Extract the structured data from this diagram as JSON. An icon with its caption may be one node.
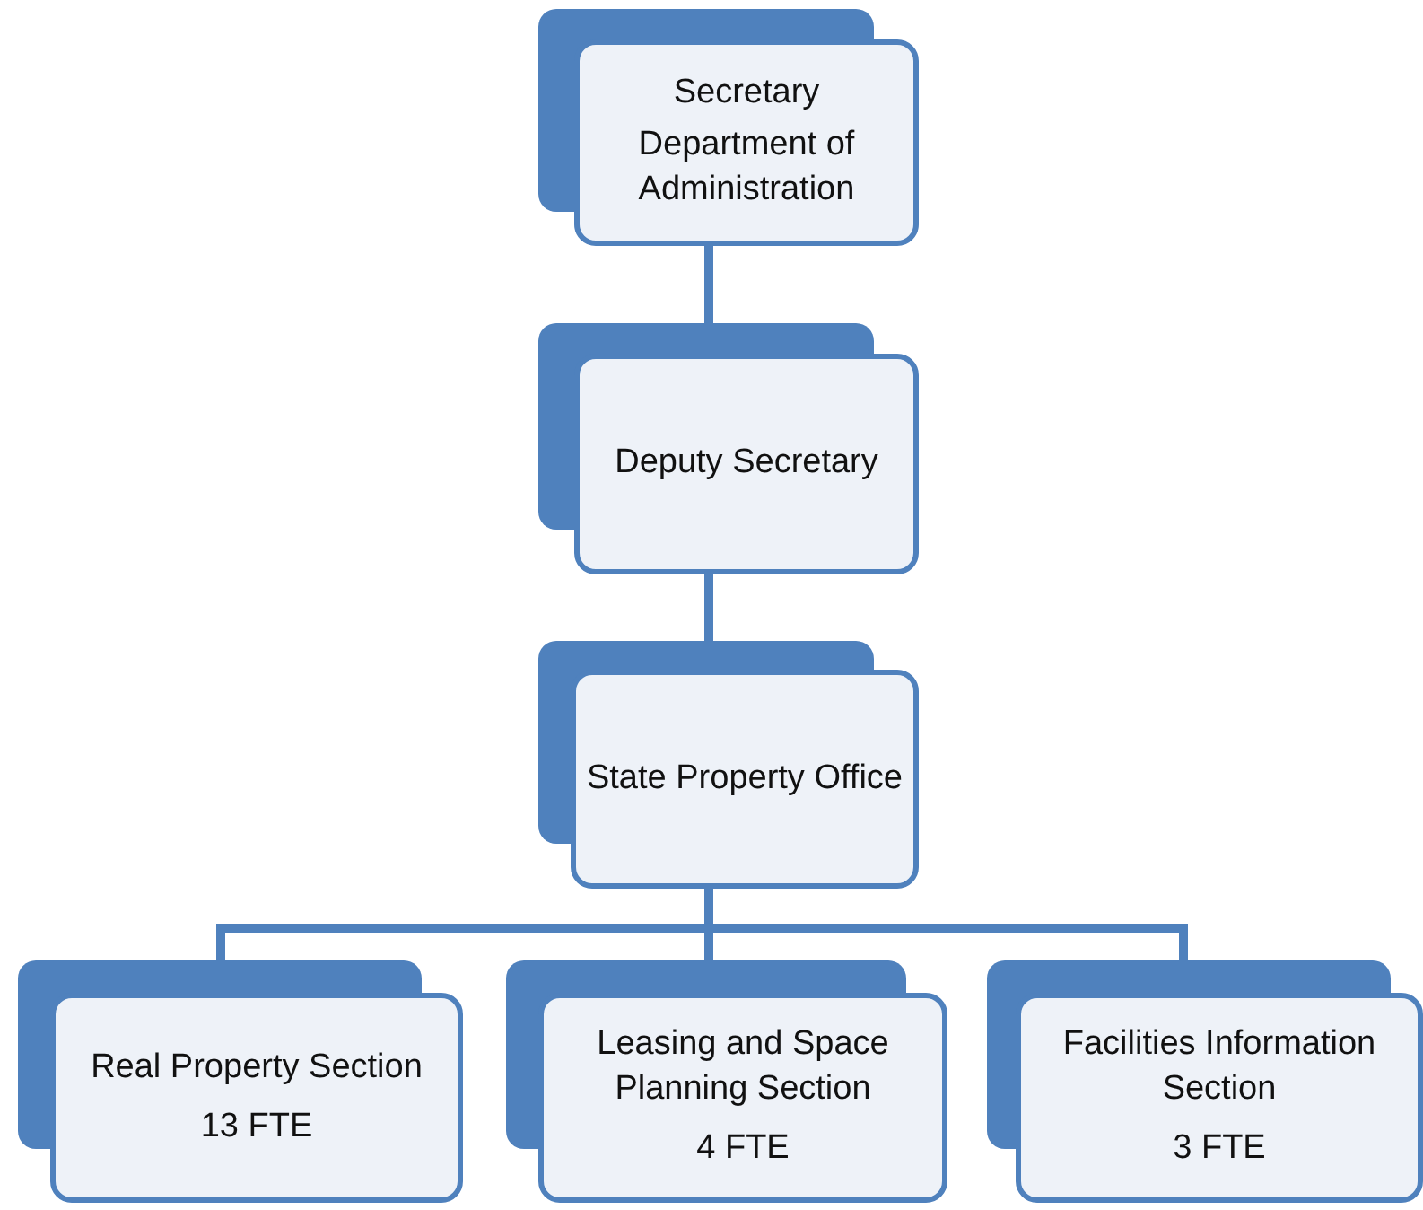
{
  "diagram": {
    "nodes": [
      {
        "text": [
          "Secretary",
          "Department of Administration"
        ]
      },
      {
        "text": [
          "Deputy Secretary"
        ]
      },
      {
        "text": [
          "State Property Office"
        ]
      },
      {
        "text": [
          "Real Property Section",
          "13 FTE"
        ]
      },
      {
        "text": [
          "Leasing and Space Planning Section",
          "4 FTE"
        ]
      },
      {
        "text": [
          "Facilities Information Section",
          "3 FTE"
        ]
      }
    ],
    "edges": [
      {
        "from": 0,
        "to": 1,
        "arrow": "none"
      },
      {
        "from": 1,
        "to": 2,
        "arrow": "none"
      },
      {
        "from": 2,
        "to": 3,
        "arrow": "none"
      },
      {
        "from": 2,
        "to": 4,
        "arrow": "none"
      },
      {
        "from": 2,
        "to": 5,
        "arrow": "none"
      }
    ]
  }
}
